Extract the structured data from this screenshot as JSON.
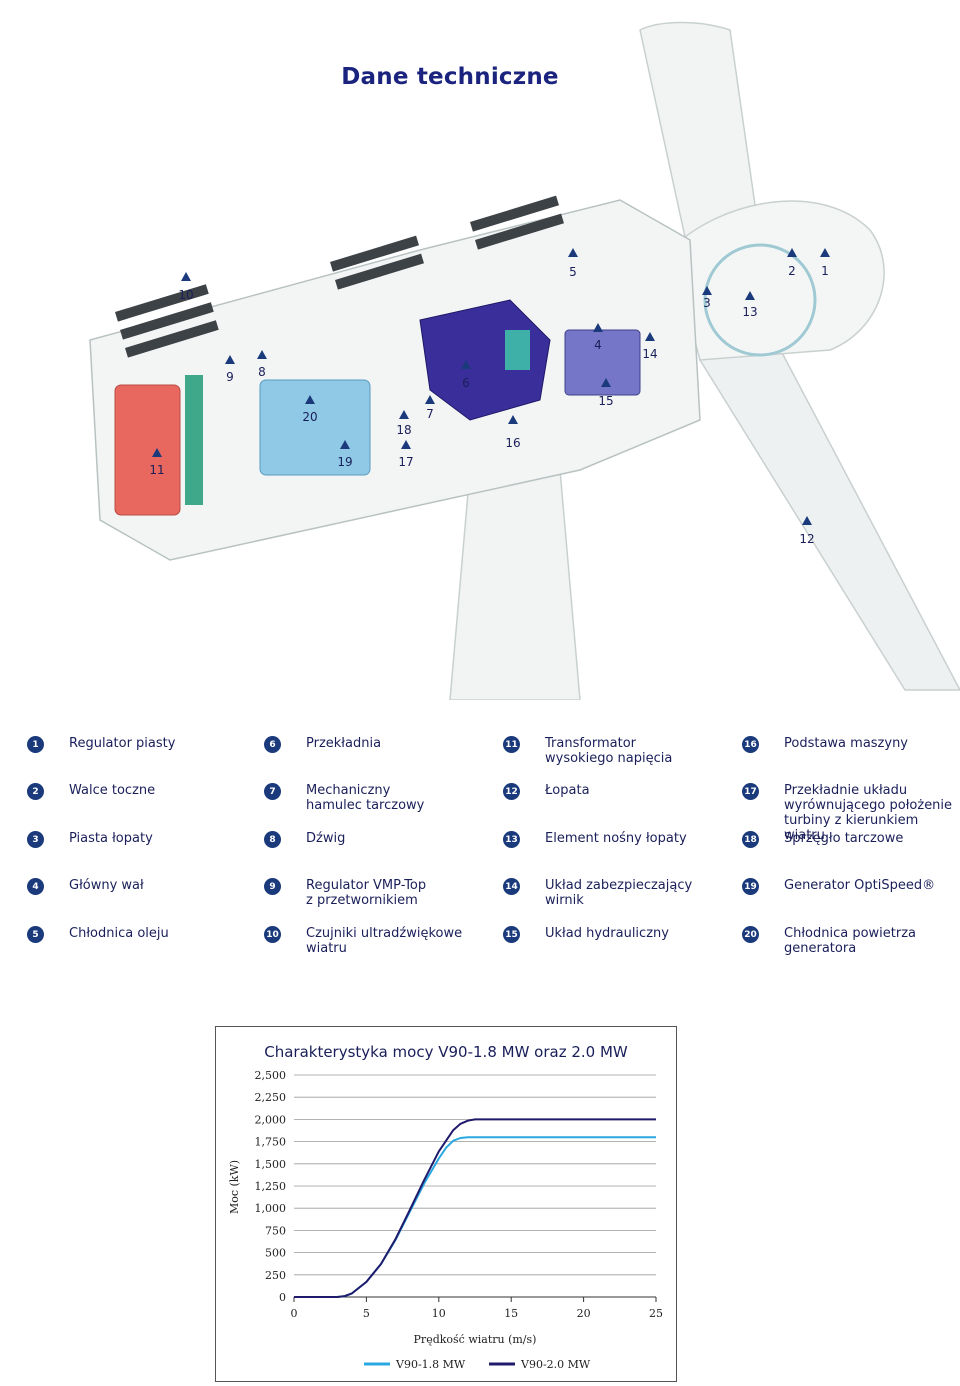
{
  "page_title": "Dane techniczne",
  "markers": [
    "1",
    "2",
    "3",
    "4",
    "5",
    "6",
    "7",
    "8",
    "9",
    "10",
    "11",
    "12",
    "13",
    "14",
    "15",
    "16",
    "17",
    "18",
    "19",
    "20"
  ],
  "legend": [
    {
      "num": "1",
      "label": "Regulator piasty"
    },
    {
      "num": "2",
      "label": "Walce toczne"
    },
    {
      "num": "3",
      "label": "Piasta łopaty"
    },
    {
      "num": "4",
      "label": "Główny wał"
    },
    {
      "num": "5",
      "label": "Chłodnica oleju"
    },
    {
      "num": "6",
      "label": "Przekładnia"
    },
    {
      "num": "7",
      "label": "Mechaniczny\nhamulec tarczowy"
    },
    {
      "num": "8",
      "label": "Dźwig"
    },
    {
      "num": "9",
      "label": "Regulator VMP-Top\nz przetwornikiem"
    },
    {
      "num": "10",
      "label": "Czujniki ultradźwiękowe\nwiatru"
    },
    {
      "num": "11",
      "label": "Transformator\nwysokiego napięcia"
    },
    {
      "num": "12",
      "label": "Łopata"
    },
    {
      "num": "13",
      "label": "Element nośny łopaty"
    },
    {
      "num": "14",
      "label": "Układ zabezpieczający\nwirnik"
    },
    {
      "num": "15",
      "label": "Układ hydrauliczny"
    },
    {
      "num": "16",
      "label": "Podstawa maszyny"
    },
    {
      "num": "17",
      "label": "Przekładnie układu\nwyrównującego położenie\nturbiny z kierunkiem wiatru"
    },
    {
      "num": "18",
      "label": "Sprzęgło tarczowe"
    },
    {
      "num": "19",
      "label": "Generator OptiSpeed®"
    },
    {
      "num": "20",
      "label": "Chłodnica powietrza\ngeneratora"
    }
  ],
  "colors": {
    "badge": "#1a3a7c",
    "series_v90_18": "#29a8e0",
    "series_v90_20": "#1f1a6b"
  },
  "chart_data": {
    "type": "line",
    "title": "Charakterystyka mocy V90-1.8 MW oraz 2.0 MW",
    "xlabel": "Prędkość wiatru (m/s)",
    "ylabel": "Moc (kW)",
    "xlim": [
      0,
      25
    ],
    "ylim": [
      0,
      2500
    ],
    "x_ticks": [
      "0",
      "5",
      "10",
      "15",
      "20",
      "25"
    ],
    "y_ticks": [
      "0",
      "250",
      "500",
      "750",
      "1,000",
      "1,250",
      "1,500",
      "1,750",
      "2,000",
      "2,250",
      "2,500"
    ],
    "grid": "horizontal",
    "legend_position": "bottom",
    "series": [
      {
        "name": "V90-1.8 MW",
        "color": "#29a8e0",
        "x": [
          0,
          3,
          3.5,
          4,
          5,
          6,
          7,
          8,
          9,
          10,
          10.5,
          11,
          11.5,
          12,
          13,
          25
        ],
        "y": [
          0,
          0,
          10,
          40,
          170,
          370,
          640,
          960,
          1280,
          1560,
          1680,
          1760,
          1790,
          1800,
          1800,
          1800
        ]
      },
      {
        "name": "V90-2.0 MW",
        "color": "#1f1a6b",
        "x": [
          0,
          3,
          3.5,
          4,
          5,
          6,
          7,
          8,
          9,
          10,
          11,
          11.5,
          12,
          12.5,
          13,
          14,
          25
        ],
        "y": [
          0,
          0,
          10,
          40,
          170,
          370,
          650,
          980,
          1320,
          1640,
          1880,
          1950,
          1985,
          2000,
          2000,
          2000,
          2000
        ]
      }
    ]
  }
}
